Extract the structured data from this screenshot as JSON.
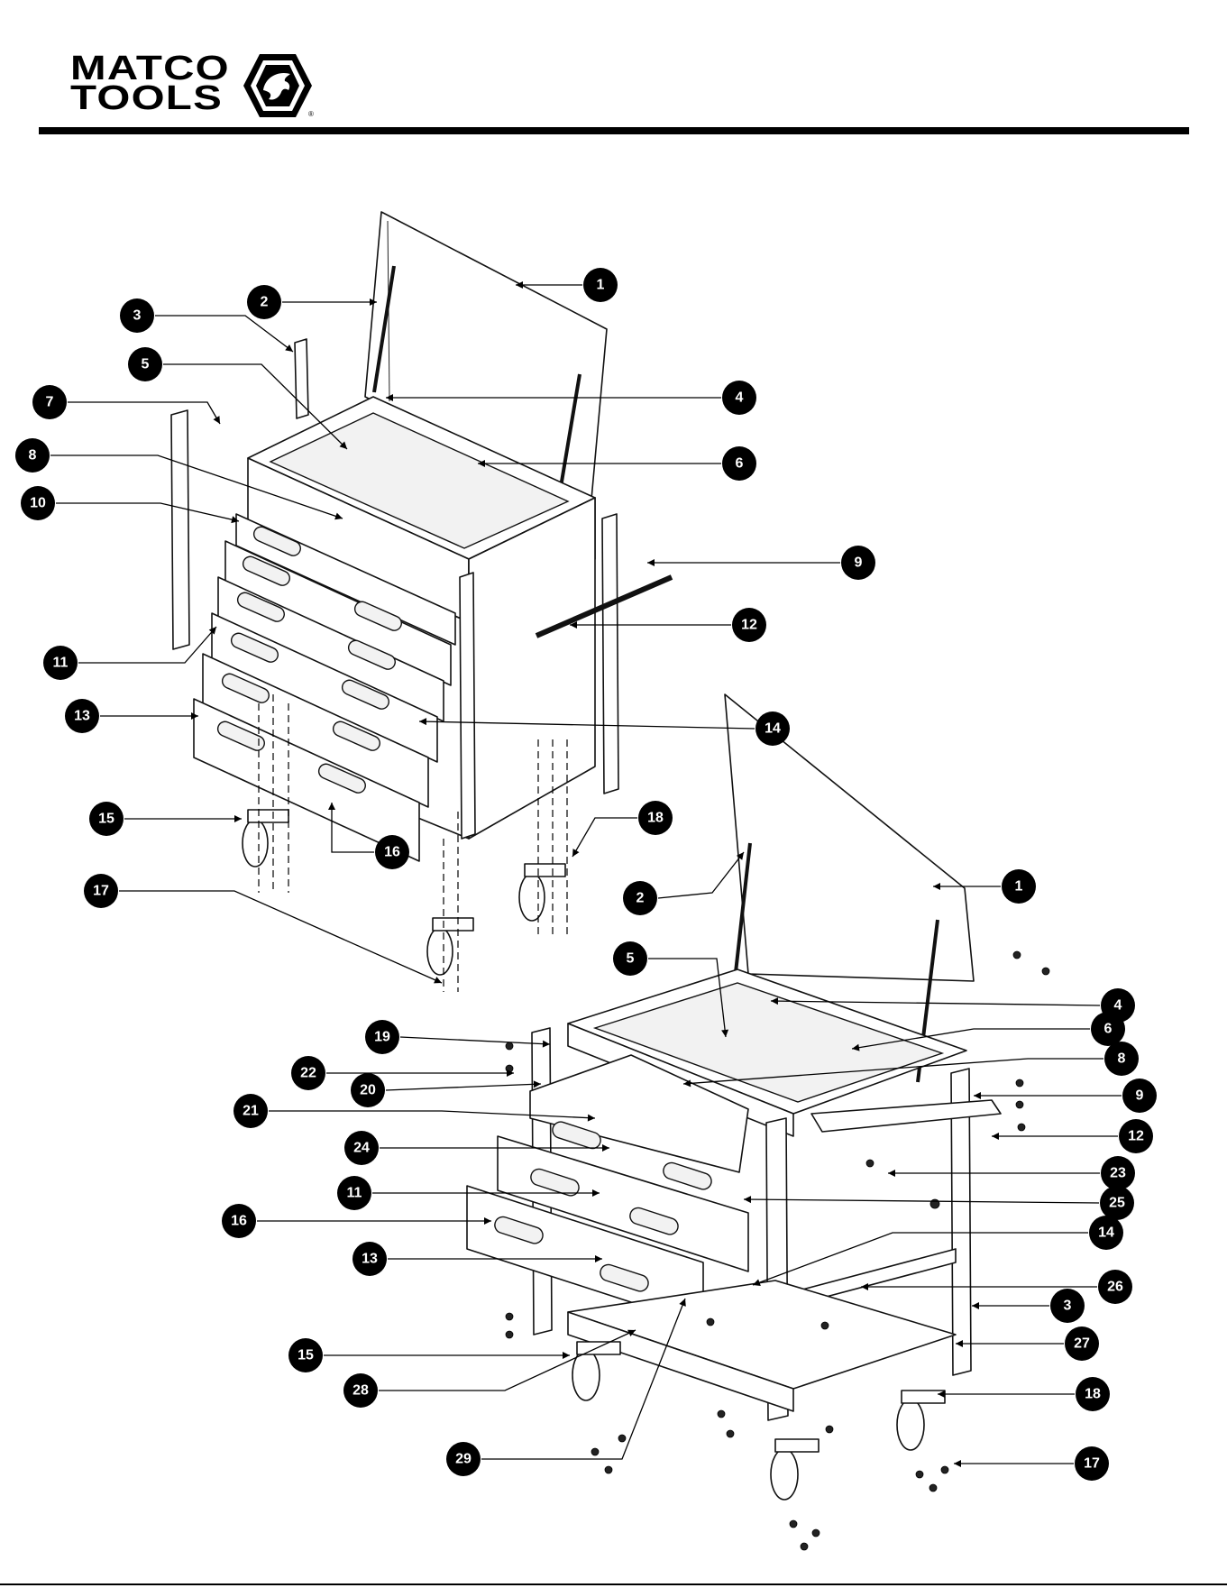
{
  "brand": {
    "line1": "MATCO",
    "line2": "TOOLS",
    "registered_mark": "®"
  },
  "callouts": {
    "upper": [
      "1",
      "2",
      "3",
      "4",
      "5",
      "6",
      "7",
      "8",
      "9",
      "10",
      "11",
      "12",
      "13",
      "14",
      "15",
      "16",
      "17",
      "18"
    ],
    "lower": [
      "1",
      "2",
      "3",
      "4",
      "5",
      "6",
      "8",
      "9",
      "11",
      "12",
      "13",
      "14",
      "15",
      "16",
      "17",
      "18",
      "19",
      "20",
      "21",
      "22",
      "23",
      "24",
      "25",
      "26",
      "27",
      "28",
      "29"
    ]
  },
  "colors": {
    "ink": "#000000",
    "paper": "#ffffff"
  }
}
